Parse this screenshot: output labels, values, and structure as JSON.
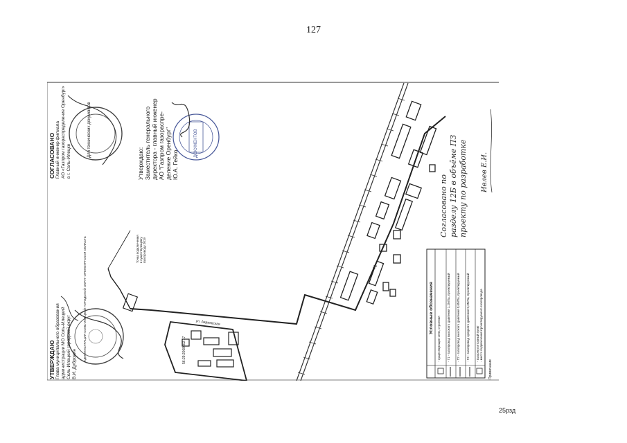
{
  "page": {
    "number": "127",
    "footer_code": "25рзд"
  },
  "approved": {
    "heading": "УТВЕРЖДАЮ",
    "line1": "Глава муниципального образования",
    "line2": "администрации МО Соль-Илецкий",
    "line3": "Соль-Илецкий городской округ",
    "line4": "В.И. Дубровин"
  },
  "agreed": {
    "heading": "СОГЛАСОВАНО",
    "line1": "Главный инженер филиала",
    "line2": "АО «Газпром газораспределение Оренбург»",
    "line3": "в г. Соль-Илецке"
  },
  "ap": {
    "heading": "Утверждаю:",
    "line1": "Заместитель генерального",
    "line2": "директора - главный инженер",
    "line3": "АО \"Газпром газораспре-",
    "line4": "деление Оренбург\"",
    "line5": "Ю.А. Гейко"
  },
  "stamps": {
    "left": "АДМИНИСТРАЦИЯ СОЛЬ-ИЛЕЦКИЙ ГОРОДСКОЙ ОКРУГ ОРЕНБУРГСКАЯ ОБЛАСТЬ",
    "agreed": "Для технических документов",
    "ap": "ДОКУМЕНТОВ"
  },
  "map": {
    "street": "ул. Авдеевская",
    "cadastral": "56:29:2008002:17",
    "pipe_label": "Г1",
    "connection_note_1": "Точка подключения",
    "connection_note_2": "к существующему",
    "connection_note_3": "газопроводу 2019"
  },
  "handwriting": {
    "line1": "Согласовано по",
    "line2": "разделу 12Б в объёме ПЗ",
    "line3": "проекту по разработке",
    "signature": "Ивлев Е.И."
  },
  "legend": {
    "title": "Условные обозначения",
    "items": [
      "- существующие сети, строения",
      "- Г1 - газопровод высокого давления 1,2МПа, проектируемый",
      "- Г2 - газопровод высокого давления 0,6МПа, проектируемый",
      "- Г3 - газопровод среднего давления 0,3МПа, проектируемый",
      "- газорегуляторный пункт",
      "- место подключения проектируемого газопровода"
    ],
    "note_label": "Примечание"
  }
}
